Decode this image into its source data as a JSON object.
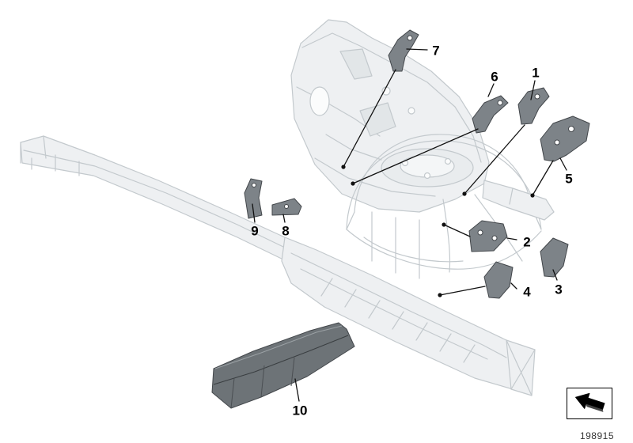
{
  "diagram": {
    "callouts": [
      {
        "label": "1"
      },
      {
        "label": "2"
      },
      {
        "label": "3"
      },
      {
        "label": "4"
      },
      {
        "label": "5"
      },
      {
        "label": "6"
      },
      {
        "label": "7"
      },
      {
        "label": "8"
      },
      {
        "label": "9"
      },
      {
        "label": "10"
      }
    ],
    "part_number": "198915",
    "legend_icon": "direction-arrow-icon",
    "colors": {
      "ghost_line": "#c3c9cd",
      "ghost_fill": "#eef0f2",
      "part_fill": "#7d8388",
      "leader_line": "#111111"
    }
  }
}
